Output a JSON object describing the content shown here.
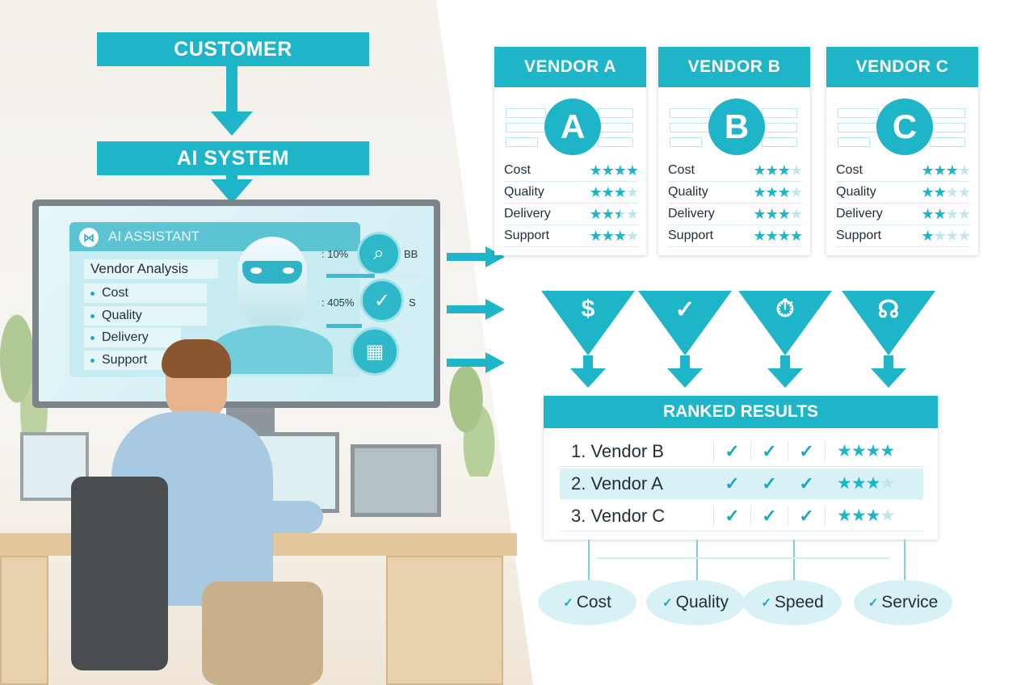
{
  "flow": {
    "customer": "CUSTOMER",
    "ai_system": "AI SYSTEM"
  },
  "assistant": {
    "title": "AI ASSISTANT",
    "section": "Vendor Analysis",
    "items": [
      "Cost",
      "Quality",
      "Delivery",
      "Support"
    ],
    "stats": [
      {
        "value": ": 10%",
        "label": "BB",
        "progress": 0.5
      },
      {
        "value": ": 405%",
        "label": "S",
        "progress": 0.37
      }
    ]
  },
  "vendors": [
    {
      "title": "VENDOR A",
      "letter": "A",
      "ratings": [
        {
          "label": "Cost",
          "stars": 4
        },
        {
          "label": "Quality",
          "stars": 3
        },
        {
          "label": "Delivery",
          "stars": 2.5
        },
        {
          "label": "Support",
          "stars": 3
        }
      ]
    },
    {
      "title": "VENDOR B",
      "letter": "B",
      "ratings": [
        {
          "label": "Cost",
          "stars": 3
        },
        {
          "label": "Quality",
          "stars": 3
        },
        {
          "label": "Delivery",
          "stars": 3
        },
        {
          "label": "Support",
          "stars": 4
        }
      ]
    },
    {
      "title": "VENDOR C",
      "letter": "C",
      "ratings": [
        {
          "label": "Cost",
          "stars": 3
        },
        {
          "label": "Quality",
          "stars": 2
        },
        {
          "label": "Delivery",
          "stars": 2
        },
        {
          "label": "Support",
          "stars": 1
        }
      ]
    }
  ],
  "filters": [
    {
      "icon": "dollar-icon",
      "glyph": "$"
    },
    {
      "icon": "check-circle-icon",
      "glyph": "✓"
    },
    {
      "icon": "stopwatch-icon",
      "glyph": "⏱"
    },
    {
      "icon": "headset-icon",
      "glyph": "☊"
    }
  ],
  "ranked": {
    "title": "RANKED RESULTS",
    "rows": [
      {
        "label": "1.  Vendor B",
        "stars": 4
      },
      {
        "label": "2.  Vendor A",
        "stars": 3
      },
      {
        "label": "3.  Vendor C",
        "stars": 3
      }
    ]
  },
  "criteria": [
    "Cost",
    "Quality",
    "Speed",
    "Service"
  ],
  "colors": {
    "accent": "#1fb5c9"
  }
}
